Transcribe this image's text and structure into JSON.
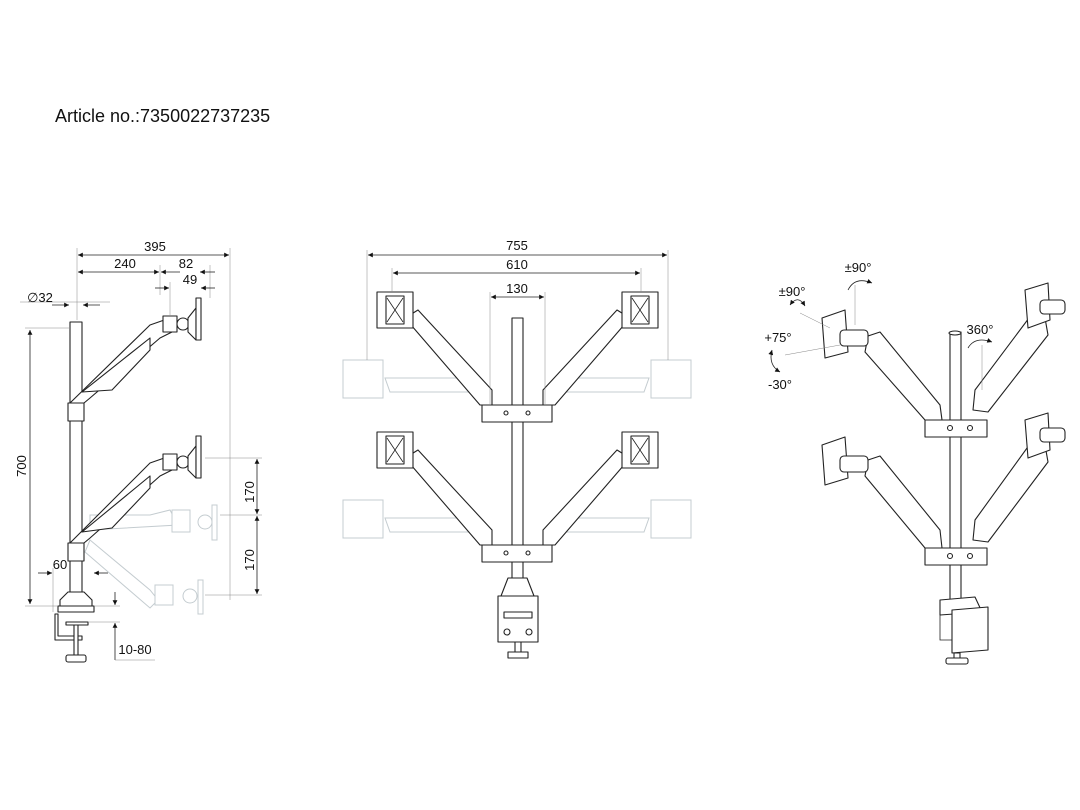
{
  "title": "Article no.:7350022737235",
  "side_view": {
    "dims": {
      "total_reach": "395",
      "arm_reach": "240",
      "head_reach": "82",
      "plate_offset": "49",
      "pole_diameter": "∅32",
      "pole_height": "700",
      "step_upper": "170",
      "step_lower": "170",
      "base_width": "60",
      "clamp_range": "10-80"
    }
  },
  "front_view": {
    "dims": {
      "overall_width": "755",
      "monitor_span": "610",
      "bracket_width": "130"
    }
  },
  "iso_view": {
    "rotations": {
      "pan": "±90°",
      "rotate": "±90°",
      "tilt_up": "+75°",
      "tilt_down": "-30°",
      "swivel": "360°"
    }
  }
}
